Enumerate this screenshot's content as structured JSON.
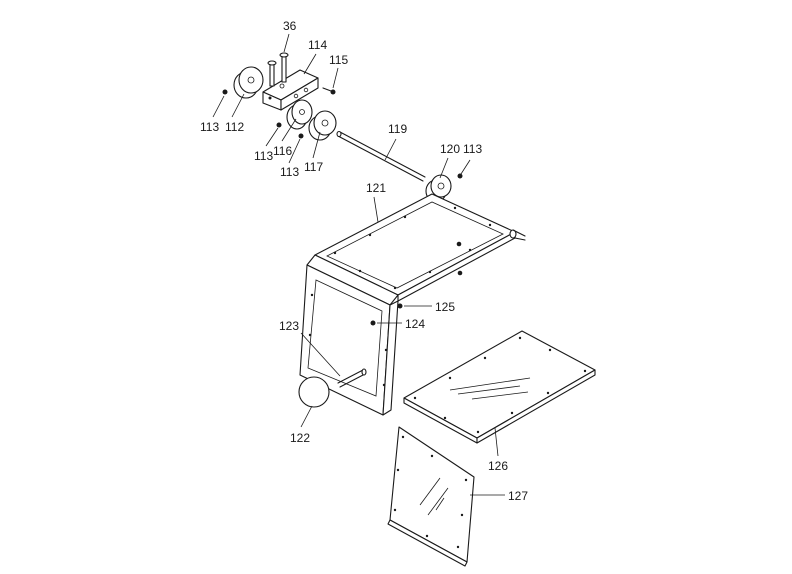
{
  "diagram": {
    "callouts": [
      {
        "id": "c36",
        "text": "36"
      },
      {
        "id": "c114",
        "text": "114"
      },
      {
        "id": "c115",
        "text": "115"
      },
      {
        "id": "c113a",
        "text": "113"
      },
      {
        "id": "c112",
        "text": "112"
      },
      {
        "id": "c113b",
        "text": "113"
      },
      {
        "id": "c116",
        "text": "116"
      },
      {
        "id": "c113c",
        "text": "113"
      },
      {
        "id": "c117",
        "text": "117"
      },
      {
        "id": "c119",
        "text": "119"
      },
      {
        "id": "c120",
        "text": "120"
      },
      {
        "id": "c113d",
        "text": "113"
      },
      {
        "id": "c121",
        "text": "121"
      },
      {
        "id": "c125",
        "text": "125"
      },
      {
        "id": "c124",
        "text": "124"
      },
      {
        "id": "c123",
        "text": "123"
      },
      {
        "id": "c122",
        "text": "122"
      },
      {
        "id": "c126",
        "text": "126"
      },
      {
        "id": "c127",
        "text": "127"
      }
    ]
  }
}
